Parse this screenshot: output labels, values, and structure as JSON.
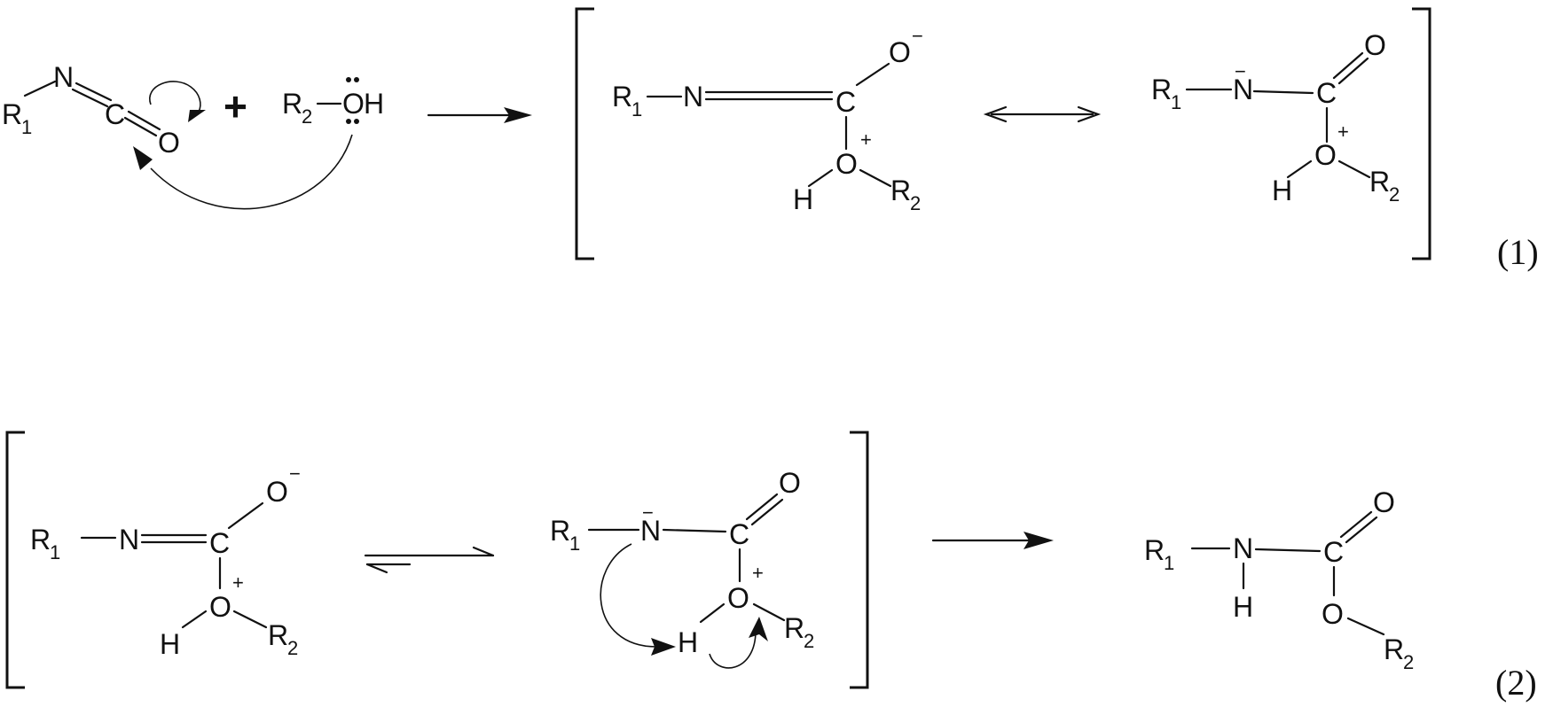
{
  "atoms": {
    "R": "R",
    "N": "N",
    "C": "C",
    "O": "O",
    "H": "H"
  },
  "subscripts": {
    "one": "1",
    "two": "2"
  },
  "charges": {
    "minus": "−",
    "plus": "+"
  },
  "operators": {
    "plus": "+"
  },
  "equation_labels": {
    "eq1": "(1)",
    "eq2": "(2)"
  },
  "colors": {
    "ink": "#111111",
    "background": "#ffffff"
  }
}
